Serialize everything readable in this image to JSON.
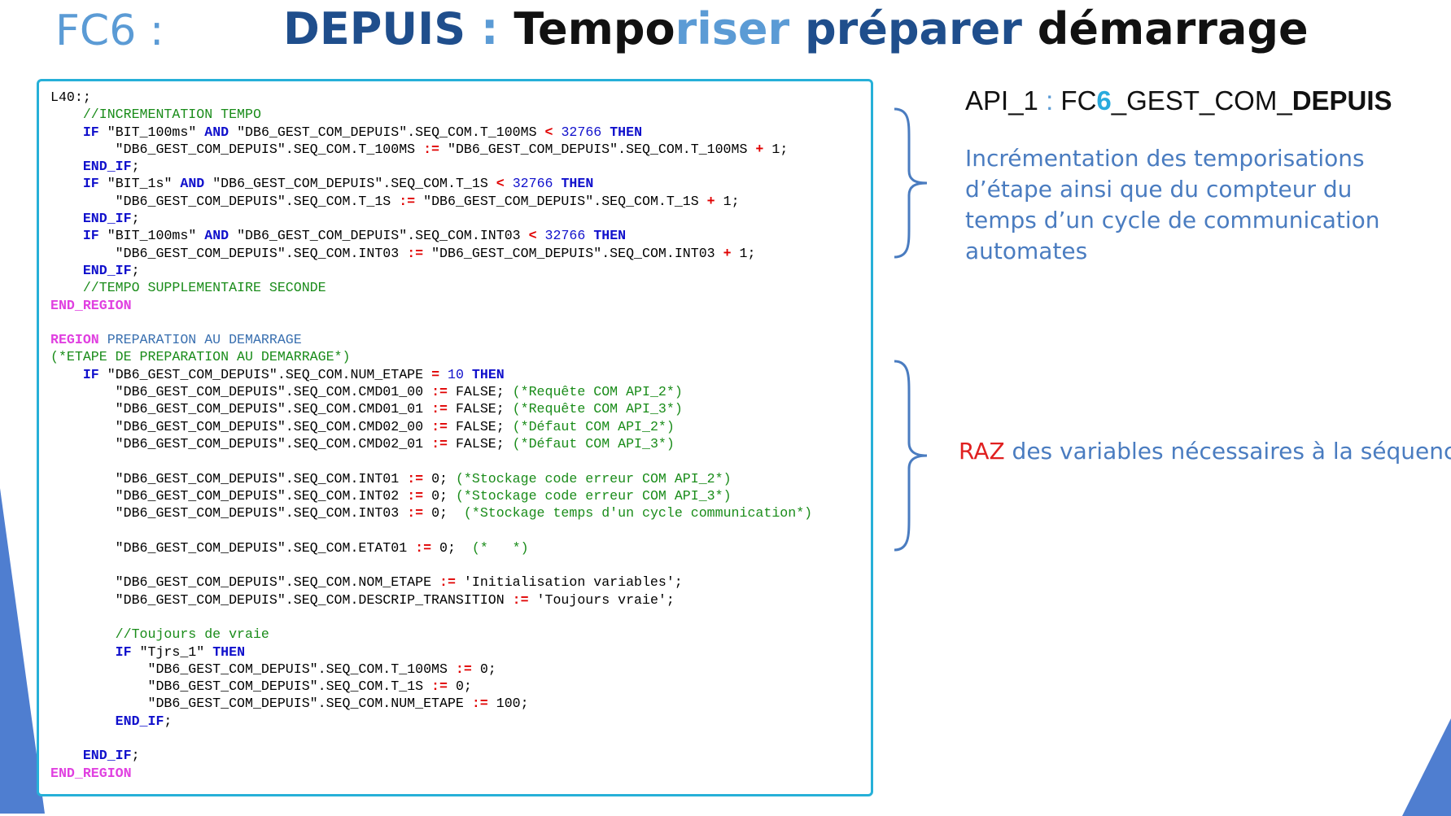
{
  "header": {
    "fc_label": "FC6 :",
    "title_part1": "DEPUIS",
    "title_sep": " : ",
    "title_part2": "Tempo",
    "title_part3": "riser",
    "title_part4": " préparer",
    "title_part5": " démarrage"
  },
  "code": {
    "label": "L40:;",
    "comment_incr": "//INCREMENTATION TEMPO",
    "if": "IF",
    "and": "AND",
    "then": "THEN",
    "end_if": "END_IF",
    "bit_100ms": "\"BIT_100ms\"",
    "bit_1s": "\"BIT_1s\"",
    "db": "\"DB6_GEST_COM_DEPUIS\"",
    "t100": ".SEQ_COM.T_100MS",
    "t1s": ".SEQ_COM.T_1S",
    "int03": ".SEQ_COM.INT03",
    "lt": "<",
    "assign": ":=",
    "plus": "+",
    "eq": "=",
    "max": "32766",
    "one": "1",
    "comment_tempo_supp": "//TEMPO SUPPLEMENTAIRE SECONDE",
    "end_region": "END_REGION",
    "region": "REGION",
    "region_name": "PREPARATION AU DEMARRAGE",
    "comment_etape": "(*ETAPE DE PREPARATION AU DEMARRAGE*)",
    "num_etape": ".SEQ_COM.NUM_ETAPE",
    "ten": "10",
    "cmd01_00": ".SEQ_COM.CMD01_00",
    "cmd01_01": ".SEQ_COM.CMD01_01",
    "cmd02_00": ".SEQ_COM.CMD02_00",
    "cmd02_01": ".SEQ_COM.CMD02_01",
    "false": "FALSE;",
    "c_req2": "(*Requête COM API_2*)",
    "c_req3": "(*Requête COM API_3*)",
    "c_def2": "(*Défaut COM API_2*)",
    "c_def3": "(*Défaut COM API_3*)",
    "int01": ".SEQ_COM.INT01",
    "int02": ".SEQ_COM.INT02",
    "zero": "0;",
    "c_stock2": "(*Stockage code erreur COM API_2*)",
    "c_stock3": "(*Stockage code erreur COM API_3*)",
    "c_stock_cycle": "(*Stockage temps d'un cycle communication*)",
    "etat01": ".SEQ_COM.ETAT01",
    "c_empty": "(*   *)",
    "nom_etape": ".SEQ_COM.NOM_ETAPE",
    "str_init": "'Initialisation variables';",
    "descrip": ".SEQ_COM.DESCRIP_TRANSITION",
    "str_toujours": "'Toujours vraie';",
    "comment_toujours": "//Toujours de vraie",
    "tjrs": "\"Tjrs_1\"",
    "hundred": "100;"
  },
  "right": {
    "api_p1": "API_1",
    "api_sep": " : ",
    "api_p2": "FC",
    "api_p3": "6",
    "api_p4": "_GEST_COM_",
    "api_p5": "DEPUIS",
    "desc1": "Incrémentation des temporisations d’étape ainsi que du compteur du temps d’un cycle de communication automates",
    "desc2_raz": "RAZ",
    "desc2_rest": " des variables nécessaires à la séquence"
  },
  "colors": {
    "accent": "#26b0d8",
    "title_dark": "#1f4e8c",
    "light_blue": "#5b9bd5",
    "keyword": "#1010cc",
    "region_keyword": "#e040e0",
    "comment": "#1a8c1a",
    "operator": "#e00000"
  }
}
